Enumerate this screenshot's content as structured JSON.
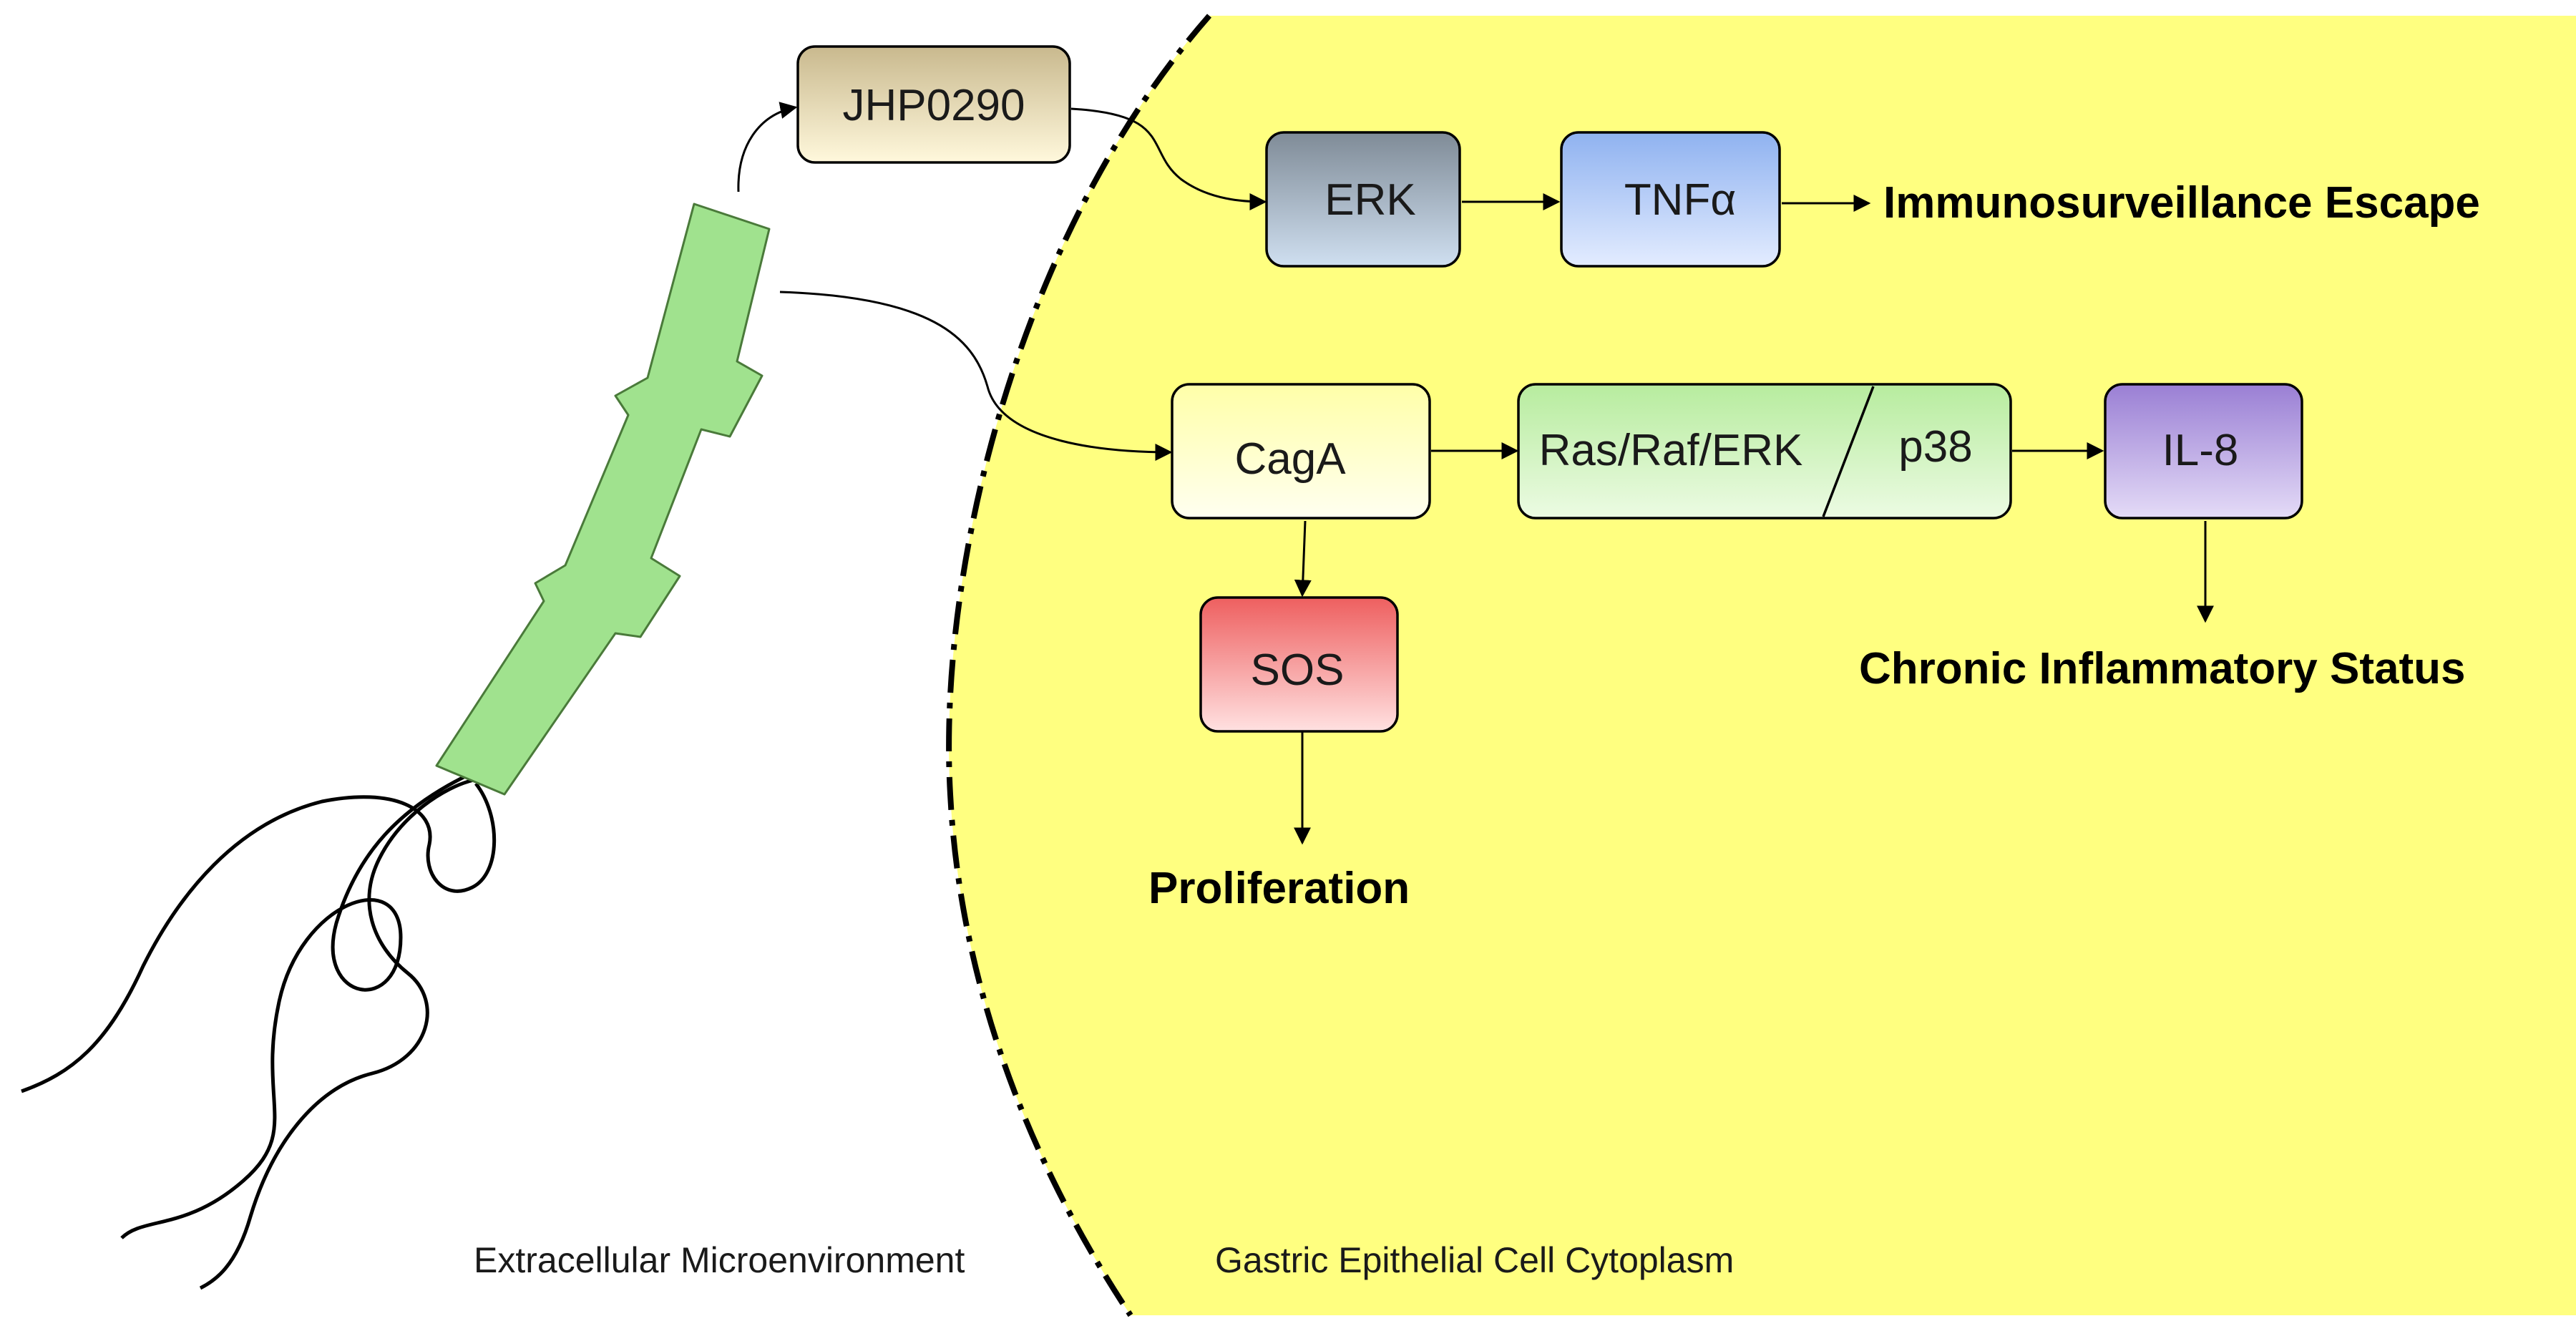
{
  "diagram": {
    "regions": {
      "outside": "Extracellular Microenvironment",
      "inside": "Gastric Epithelial Cell Cytoplasm"
    },
    "nodes": {
      "jhp0290": "JHP0290",
      "erk": "ERK",
      "tnf": "TNFα",
      "caga": "CagA",
      "ras_raf_erk": "Ras/Raf/ERK",
      "p38": "p38",
      "il8": "IL-8",
      "sos": "SOS"
    },
    "outcomes": {
      "immuno_escape": "Immunosurveillance Escape",
      "chronic_inflammation": "Chronic Inflammatory Status",
      "proliferation": "Proliferation"
    },
    "edges": [
      {
        "from": "bacterium",
        "to": "JHP0290"
      },
      {
        "from": "JHP0290",
        "to": "ERK"
      },
      {
        "from": "ERK",
        "to": "TNFα"
      },
      {
        "from": "TNFα",
        "to": "Immunosurveillance Escape"
      },
      {
        "from": "bacterium",
        "to": "CagA"
      },
      {
        "from": "CagA",
        "to": "Ras/Raf/ERK / p38"
      },
      {
        "from": "Ras/Raf/ERK / p38",
        "to": "IL-8"
      },
      {
        "from": "IL-8",
        "to": "Chronic Inflammatory Status"
      },
      {
        "from": "CagA",
        "to": "SOS"
      },
      {
        "from": "SOS",
        "to": "Proliferation"
      }
    ],
    "colors": {
      "cytoplasm": "#ffff80",
      "bacterium": "#a0e28e",
      "jhp0290": "#d9c9a0",
      "erk": "#8f9cab",
      "tnf": "#a8c4f0",
      "caga": "#ffffb8",
      "ras_raf": "#c5efb0",
      "il8": "#a98fd8",
      "sos": "#f07a7a"
    }
  }
}
